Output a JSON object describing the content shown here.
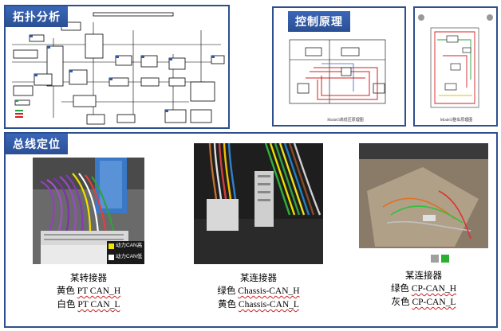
{
  "sections": {
    "topology": {
      "label": "拓扑分析"
    },
    "control": {
      "label": "控制原理"
    },
    "bus": {
      "label": "总线定位"
    }
  },
  "control": {
    "diagram1_caption": "Model3高低压原理图",
    "diagram2_caption": "Model3整车原理图"
  },
  "photo1": {
    "legend_yellow": "动力CAN高",
    "legend_white": "动力CAN低"
  },
  "connectors": [
    {
      "title": "某转接器",
      "line1_color": "黄色",
      "line1_signal": "PT CAN_H",
      "line2_color": "白色",
      "line2_signal": "PT CAN_L"
    },
    {
      "title": "某连接器",
      "line1_color": "绿色",
      "line1_signal": "Chassis-CAN_H",
      "line2_color": "黄色",
      "line2_signal": "Chassis-CAN_L"
    },
    {
      "title": "某连接器",
      "line1_color": "绿色",
      "line1_signal": "CP-CAN_H",
      "line2_color": "灰色",
      "line2_signal": "CP-CAN_L"
    }
  ],
  "colors": {
    "accent": "#2e4f8f",
    "tag": "#3a66b8",
    "can_yellow": "#f2e600",
    "can_white": "#ffffff"
  }
}
